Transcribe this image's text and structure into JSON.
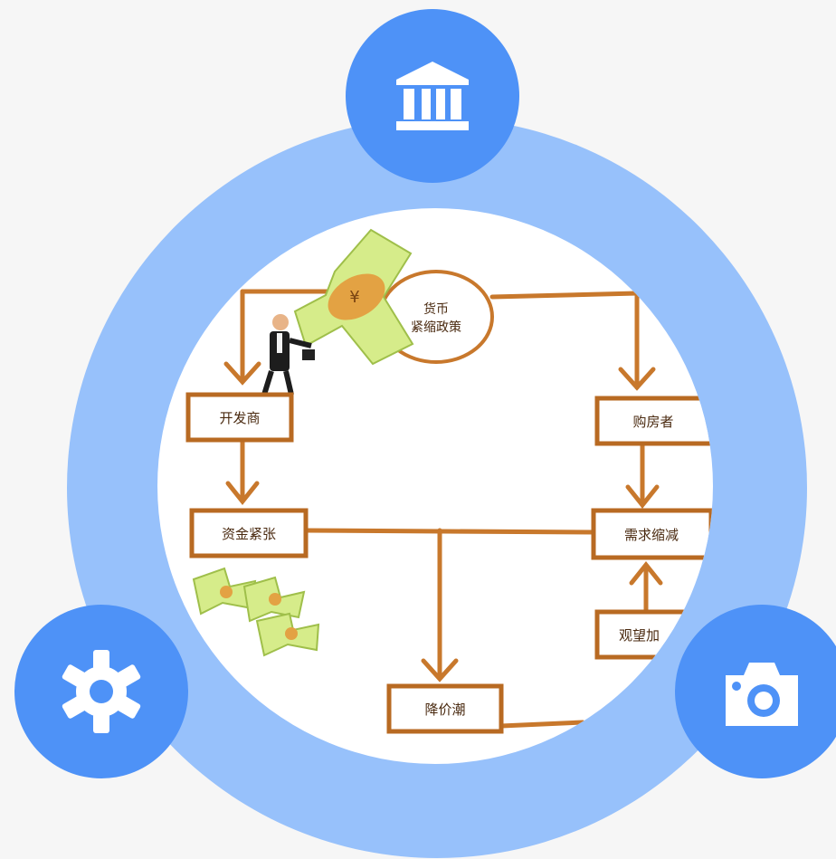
{
  "colors": {
    "background": "#f6f6f6",
    "ring": "#97c1fb",
    "button": "#4e92f7",
    "icon": "#ffffff",
    "flow_line": "#c8782c"
  },
  "buttons": {
    "top": {
      "icon": "bank-icon"
    },
    "left": {
      "icon": "gear-icon"
    },
    "right": {
      "icon": "camera-icon"
    }
  },
  "diagram": {
    "policy": "货币",
    "policy2": "紧缩政策",
    "developer": "开发商",
    "buyer": "购房者",
    "funds_tight": "资金紧张",
    "demand_down": "需求缩减",
    "wait_see": "观望加",
    "price_cut": "降价潮"
  }
}
